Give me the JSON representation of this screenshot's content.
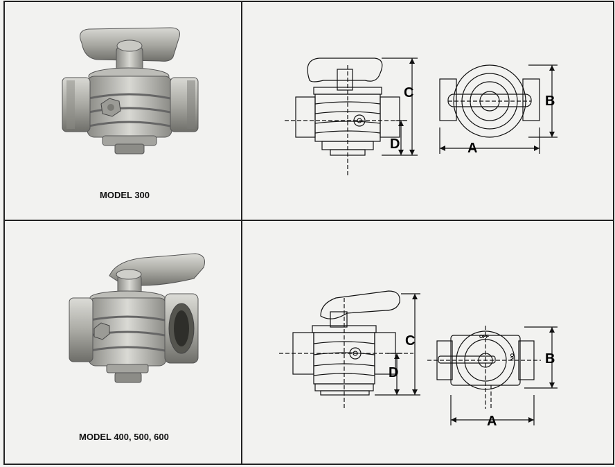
{
  "models": [
    {
      "caption": "MODEL 300",
      "dimension_labels": {
        "a": "A",
        "b": "B",
        "c": "C",
        "d": "D"
      }
    },
    {
      "caption": "MODEL 400, 500, 600",
      "dimension_labels": {
        "a": "A",
        "b": "B",
        "c": "C",
        "d": "D"
      },
      "handle_markings": {
        "off": "OFF",
        "on": "ON"
      }
    }
  ],
  "colors": {
    "paper": "#f2f2f0",
    "ink": "#111111",
    "metal": "#b9b9b4"
  }
}
